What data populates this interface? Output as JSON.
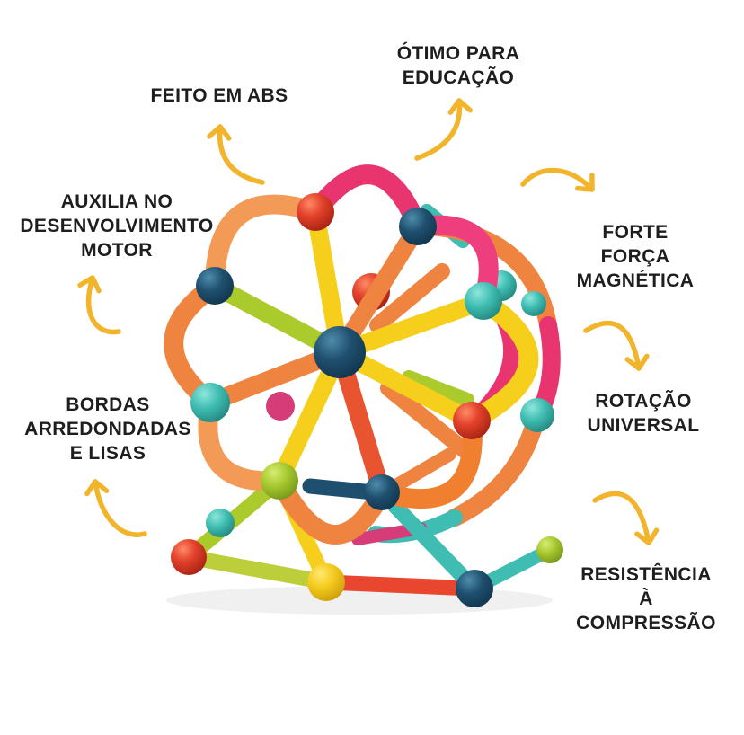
{
  "page": {
    "background": "#FFFFFF"
  },
  "features": [
    {
      "id": "feito-em-abs",
      "text": "FEITO EM ABS"
    },
    {
      "id": "otimo-para-educacao",
      "text": "ÓTIMO PARA\nEDUCAÇÃO"
    },
    {
      "id": "auxilia-no-desenvolvimento-motor",
      "text": "AUXILIA NO\nDESENVOLVIMENTO\nMOTOR"
    },
    {
      "id": "forte-forca-magnetica",
      "text": "FORTE FORÇA\nMAGNÉTICA"
    },
    {
      "id": "bordas-arredondadas-e-lisas",
      "text": "BORDAS\nARREDONDADAS\nE LISAS"
    },
    {
      "id": "rotacao-universal",
      "text": "ROTAÇÃO\nUNIVERSAL"
    },
    {
      "id": "resistencia-a-compressao",
      "text": "RESISTÊNCIA À\nCOMPRESSÃO"
    }
  ],
  "colors": {
    "label_text": "#1E1E1E",
    "arrow": "#F2B42B",
    "toy_palette": {
      "red": "#E3422B",
      "orange": "#EF8440",
      "light_orange": "#F29A56",
      "orange_red": "#E8542F",
      "yellow": "#F5CF1B",
      "lime": "#A5C82E",
      "teal": "#3FBDB2",
      "navy": "#1F4F6E",
      "pink": "#EE3E7E",
      "magenta": "#E8356F"
    }
  }
}
